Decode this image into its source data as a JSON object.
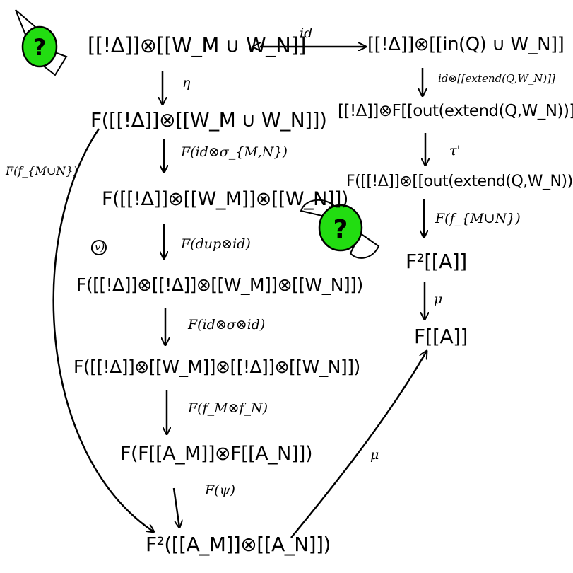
{
  "nodes": {
    "top_left": "[[!Δ]]⊗[[W_M ∪ W_N]]",
    "top_right": "[[!Δ]]⊗[[in(Q) ∪ W_N]]",
    "f_top": "F([[!Δ]]⊗[[W_M ∪ W_N]])",
    "f_split": "F([[!Δ]]⊗[[W_M]]⊗[[W_N]])",
    "f_dup": "F([[!Δ]]⊗[[!Δ]]⊗[[W_M]]⊗[[W_N]])",
    "f_swap": "F([[!Δ]]⊗[[W_M]]⊗[[!Δ]]⊗[[W_N]])",
    "f_pair": "F(F[[A_M]]⊗F[[A_N]])",
    "f2_bottom": "F²([[A_M]]⊗[[A_N]])",
    "right_2": "[[!Δ]]⊗F[[out(extend(Q,W_N))]]",
    "right_3": "F([[!Δ]]⊗[[out(extend(Q,W_N))]])",
    "right_4": "F²[[A]]",
    "right_5": "F[[A]]"
  },
  "labels": {
    "id": "id",
    "eta": "η",
    "id_extend": "id⊗[[extend(Q,W_N)]]",
    "tau_prime": "τ'",
    "f_id_sigma": "F(id⊗σ_{M,N})",
    "f_fmn": "F(f_{M∪N})",
    "f_dup_id": "F(dup⊗id)",
    "f_id_sigma_id": "F(id⊗σ⊗id)",
    "f_fm_fn": "F(f_M⊗f_N)",
    "f_psi": "F(ψ)",
    "f_fmnr": "F(f_{M∪N})",
    "mu_right": "μ",
    "mu_bottom": "μ",
    "circle_v": "(v)"
  },
  "stickers": [
    {
      "name": "question-candy-top-left",
      "text": "?"
    },
    {
      "name": "question-candy-middle",
      "text": "?"
    }
  ],
  "colors": {
    "ink": "#000000",
    "highlight": "#22dd11",
    "sticker_fill": "#ffffff"
  }
}
